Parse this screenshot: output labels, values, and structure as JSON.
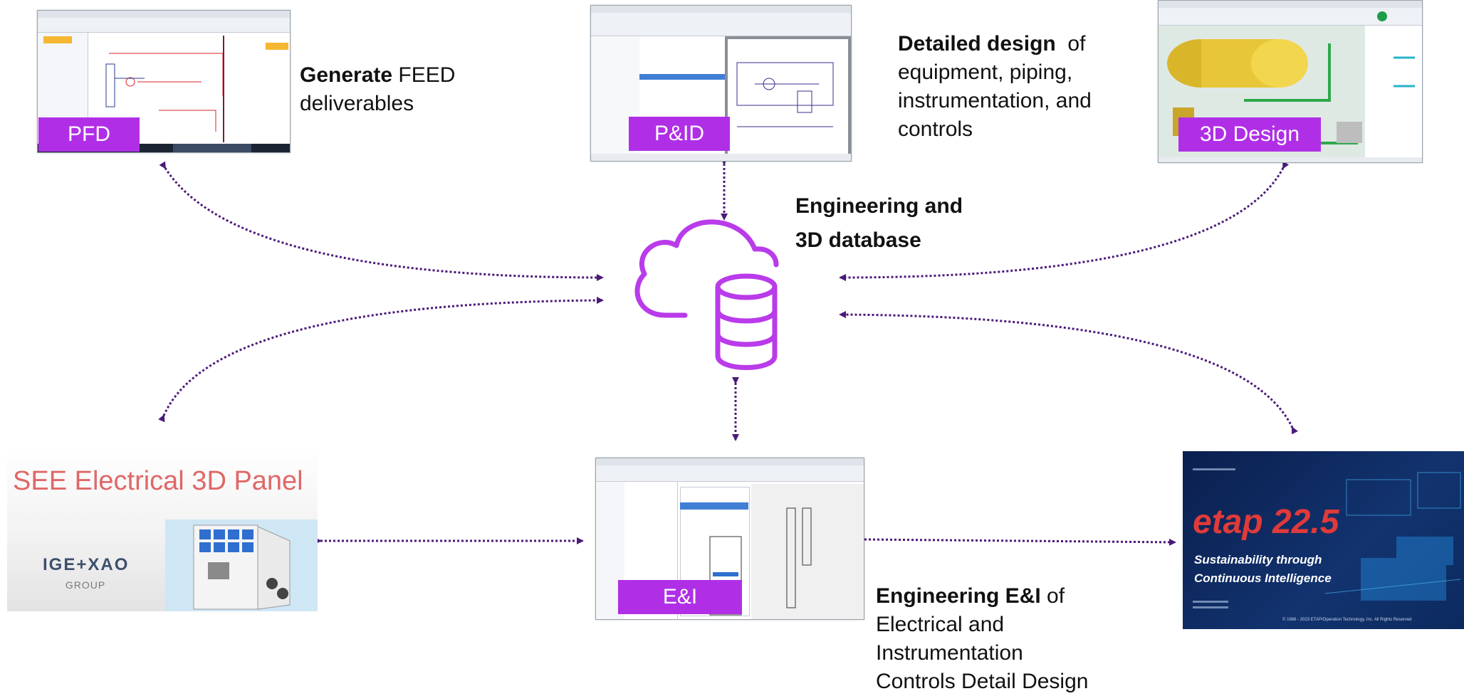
{
  "nodes": {
    "pfd": {
      "label": "PFD",
      "caption_bold": "Generate",
      "caption_rest": " FEED",
      "caption_line2": "deliverables"
    },
    "pid": {
      "label": "P&ID",
      "caption_bold": "Detailed design",
      "caption_rest": "  of",
      "caption_lines": [
        "equipment, piping,",
        "instrumentation, and",
        "controls"
      ]
    },
    "design3d": {
      "label": "3D Design"
    },
    "database": {
      "caption_lines": [
        "Engineering and",
        "3D database"
      ]
    },
    "see_panel": {
      "title": "SEE Electrical 3D Panel",
      "logo_text": "IGE+XAO",
      "logo_sub": "GROUP"
    },
    "ei": {
      "label": "E&I",
      "caption_bold": "Engineering E&I",
      "caption_rest": " of",
      "caption_lines": [
        "Electrical and",
        "Instrumentation",
        "Controls Detail Design"
      ]
    },
    "etap": {
      "title": "etap 22.5",
      "tagline_1": "Sustainability through",
      "tagline_2": "Continuous Intelligence",
      "copyright": "© 1986 - 2023 ETAP/Operation Technology, Inc. All Rights Reserved"
    }
  },
  "colors": {
    "accent": "#b02fe6",
    "arrow": "#4b1a7a",
    "etap_bg": "#0d2a63",
    "etap_red": "#e03a3a",
    "see_red": "#e06767"
  }
}
